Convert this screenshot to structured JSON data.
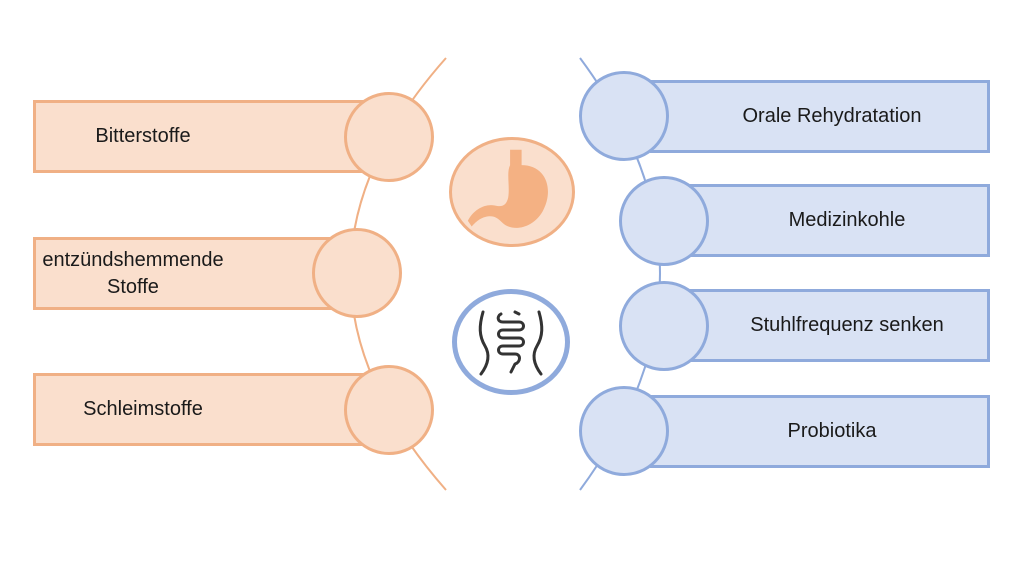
{
  "left_items": [
    {
      "label": "Bitterstoffe"
    },
    {
      "label": "entzündshemmende\nStoffe"
    },
    {
      "label": "Schleimstoffe"
    }
  ],
  "right_items": [
    {
      "label": "Orale Rehydratation"
    },
    {
      "label": "Medizinkohle"
    },
    {
      "label": "Stuhlfrequenz senken"
    },
    {
      "label": "Probiotika"
    }
  ],
  "icons": {
    "top": "stomach-icon",
    "bottom": "intestine-icon"
  },
  "colors": {
    "left_fill": "#fadfcd",
    "left_stroke": "#f0b085",
    "right_fill": "#d9e2f4",
    "right_stroke": "#8faadc",
    "stomach": "#f4b183"
  }
}
